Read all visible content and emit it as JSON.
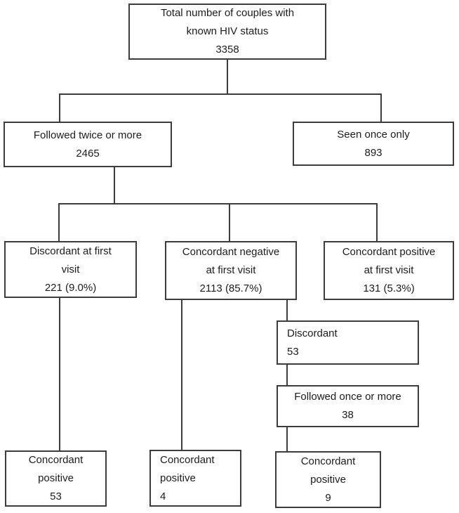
{
  "nodes": {
    "total": {
      "line1": "Total number of couples with",
      "line2": "known HIV status",
      "line3": "3358"
    },
    "followed_twice": {
      "line1": "Followed twice or more",
      "line2": "2465"
    },
    "seen_once": {
      "line1": "Seen once only",
      "line2": "893"
    },
    "discordant_first": {
      "line1": "Discordant at first",
      "line2": "visit",
      "line3": "221 (9.0%)"
    },
    "concordant_negative_first": {
      "line1": "Concordant negative",
      "line2": "at first visit",
      "line3": "2113 (85.7%)"
    },
    "concordant_positive_first": {
      "line1": "Concordant positive",
      "line2": "at first visit",
      "line3": "131 (5.3%)"
    },
    "discordant_followup": {
      "line1": "Discordant",
      "line2": "53"
    },
    "followed_once": {
      "line1": "Followed once or more",
      "line2": "38"
    },
    "concordant_positive_left": {
      "line1": "Concordant",
      "line2": "positive",
      "line3": "53"
    },
    "concordant_positive_middle": {
      "line1": "Concordant",
      "line2": "positive",
      "line3": "4"
    },
    "concordant_positive_right": {
      "line1": "Concordant",
      "line2": "positive",
      "line3": "9"
    }
  },
  "style": {
    "line_color": "#3c3c3c",
    "text_color": "#1c1c1c",
    "background": "#ffffff"
  }
}
